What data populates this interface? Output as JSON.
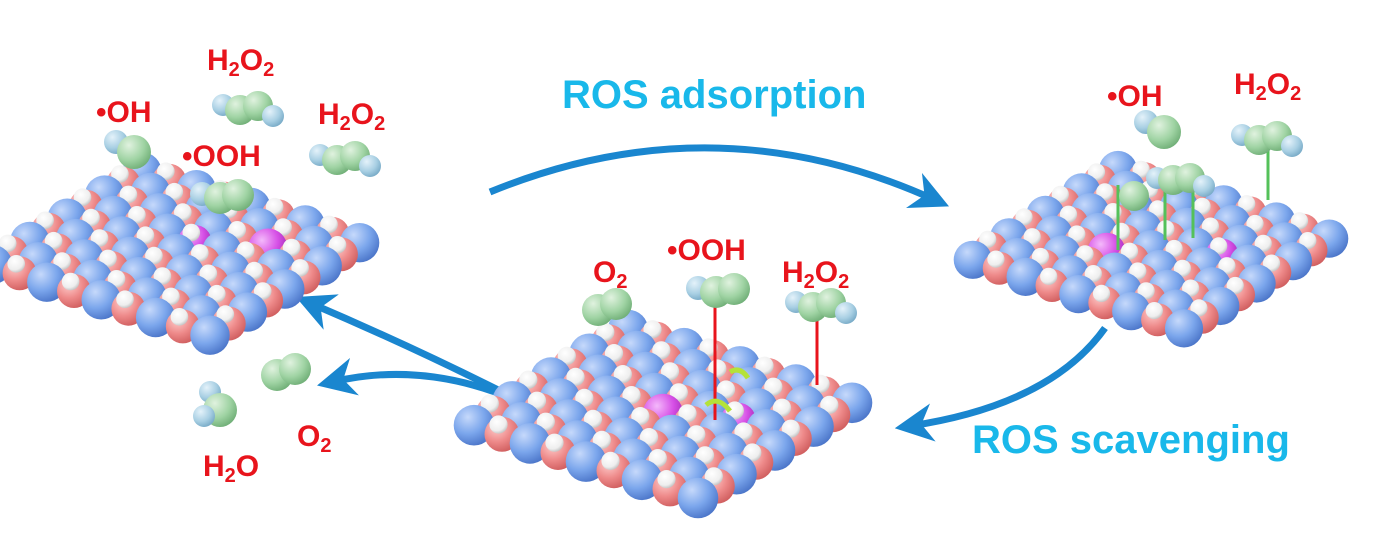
{
  "steps": {
    "adsorption": "ROS adsorption",
    "scavenging": "ROS scavenging"
  },
  "labels": {
    "left_oh": "•OH",
    "left_h2o2_top": [
      "H",
      "2",
      "O",
      "2"
    ],
    "left_h2o2_right": [
      "H",
      "2",
      "O",
      "2"
    ],
    "left_ooh": "•OOH",
    "right_oh": "•OH",
    "right_h2o2": [
      "H",
      "2",
      "O",
      "2"
    ],
    "mid_o2": [
      "O",
      "2"
    ],
    "mid_ooh": "•OOH",
    "mid_h2o2": [
      "H",
      "2",
      "O",
      "2"
    ],
    "prod_h2o": [
      "H",
      "2",
      "O"
    ],
    "prod_o2": [
      "O",
      "2"
    ]
  },
  "colors": {
    "label_red": "#e8141c",
    "step_cyan": "#19b8ea",
    "arrow_blue": "#1a86cf",
    "metal_blue": "#7ba6ec",
    "oxygen_pink": "#ee8a8a",
    "dopant_magenta": "#d64fe6",
    "hydrogen_white": "#f4f4f4",
    "molecule_green": "#9fd3a3",
    "molecule_lightblue": "#a8cfe3",
    "bond_red": "#e8141c",
    "bond_green": "#54c15a"
  }
}
